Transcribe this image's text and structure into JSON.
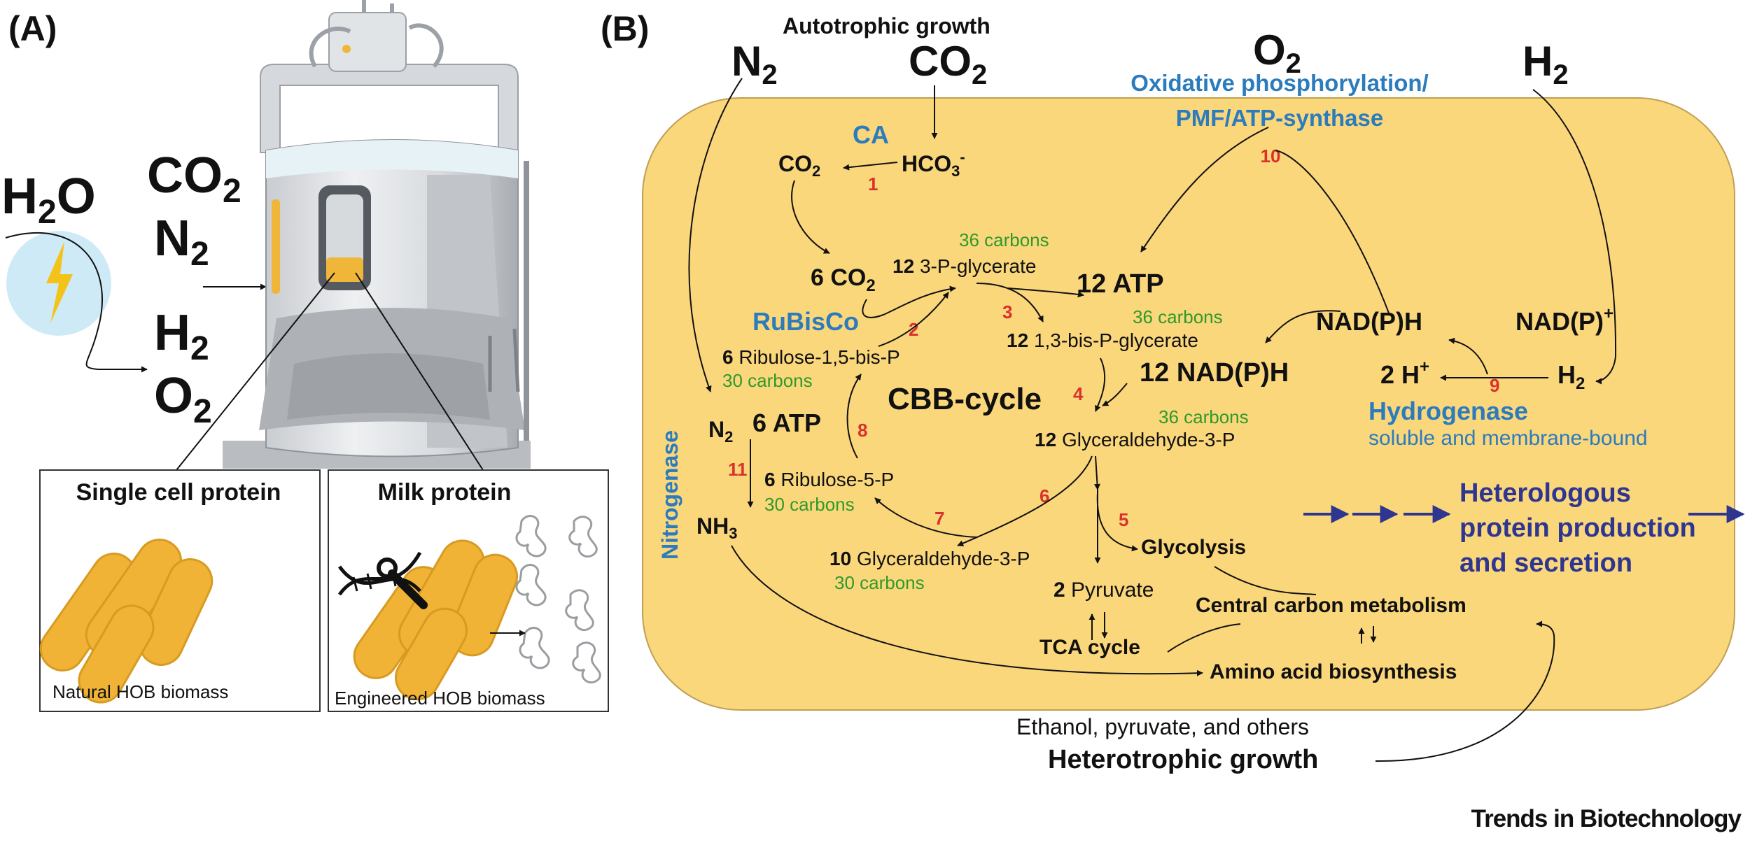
{
  "colors": {
    "cell": "#fbd77c",
    "cell_stroke": "#bfa052",
    "blue_label": "#2b7bbd",
    "red_number": "#d9312b",
    "green_carbon": "#2e9a2b",
    "navy": "#2f3690",
    "bacterium": "#f1b335",
    "sun": "#cfeaf7",
    "bolt": "#f3c319"
  },
  "panel_a": {
    "label": "(A)",
    "h2o": {
      "base": "H",
      "sub": "2",
      "tail": "O"
    },
    "co2": {
      "base": "CO",
      "sub": "2"
    },
    "n2": {
      "base": "N",
      "sub": "2"
    },
    "h2": {
      "base": "H",
      "sub": "2"
    },
    "o2": {
      "base": "O",
      "sub": "2"
    },
    "box_left": {
      "title": "Single cell protein",
      "caption": "Natural HOB biomass"
    },
    "box_right": {
      "title": "Milk protein",
      "caption": "Engineered HOB biomass"
    }
  },
  "panel_b": {
    "label": "(B)",
    "autotrophic": "Autotrophic growth",
    "n2": {
      "base": "N",
      "sub": "2"
    },
    "co2": {
      "base": "CO",
      "sub": "2"
    },
    "o2": {
      "base": "O",
      "sub": "2"
    },
    "h2": {
      "base": "H",
      "sub": "2"
    },
    "oxphos_1": "Oxidative phosphorylation/",
    "oxphos_2": "PMF/ATP-synthase",
    "n10": "10",
    "ca": "CA",
    "co2_inner": {
      "base": "CO",
      "sub": "2"
    },
    "hco3": {
      "base": "HCO",
      "sub": "3",
      "sup": "-"
    },
    "n1": "1",
    "carbons_a": "36 carbons",
    "six_co2": {
      "base": "6 CO",
      "sub": "2"
    },
    "twelve_3pg": {
      "num": "12",
      "name": "3-P-glycerate"
    },
    "twelve_atp": "12 ATP",
    "n3": "3",
    "carbons_b": "36 carbons",
    "rubisco": "RuBisCo",
    "n2r": "2",
    "bisp_glycerate": {
      "num": "12",
      "name": "1,3-bis-P-glycerate"
    },
    "ribulose15": {
      "num": "6",
      "name": "Ribulose-1,5-bis-P"
    },
    "carbons_c": "30 carbons",
    "nadph": "12 NAD(P)H",
    "cbb": "CBB-cycle",
    "n4": "4",
    "carbons_d": "36 carbons",
    "six_atp": "6 ATP",
    "n8": "8",
    "g3p12": {
      "num": "12",
      "name": "Glyceraldehyde-3-P"
    },
    "nitrogenase": "Nitrogenase",
    "n2_inner": {
      "base": "N",
      "sub": "2"
    },
    "n11": "11",
    "nh3": {
      "base": "NH",
      "sub": "3"
    },
    "ribulose5": {
      "num": "6",
      "name": "Ribulose-5-P"
    },
    "carbons_e": "30 carbons",
    "n7": "7",
    "n6": "6",
    "n5": "5",
    "glycolysis": "Glycolysis",
    "g3p10": {
      "num": "10",
      "name": "Glyceraldehyde-3-P"
    },
    "carbons_f": "30 carbons",
    "pyruvate": {
      "num": "2",
      "name": "Pyruvate"
    },
    "central": "Central carbon metabolism",
    "tca": "TCA cycle",
    "amino": "Amino acid biosynthesis",
    "nadph_right": "NAD(P)H",
    "nadp_plus": {
      "base": "NAD(P)",
      "sup": "+"
    },
    "two_h": {
      "base": "2 H",
      "sup": "+"
    },
    "h2_inner": {
      "base": "H",
      "sub": "2"
    },
    "n9": "9",
    "hydrogenase": "Hydrogenase",
    "hydrogenase_sub": "soluble and membrane-bound",
    "hetero_1": "Heterologous",
    "hetero_2": "protein production",
    "hetero_3": "and secretion",
    "ethanol": "Ethanol, pyruvate, and others",
    "heterotrophic": "Heterotrophic growth"
  },
  "footer": "Trends in Biotechnology"
}
